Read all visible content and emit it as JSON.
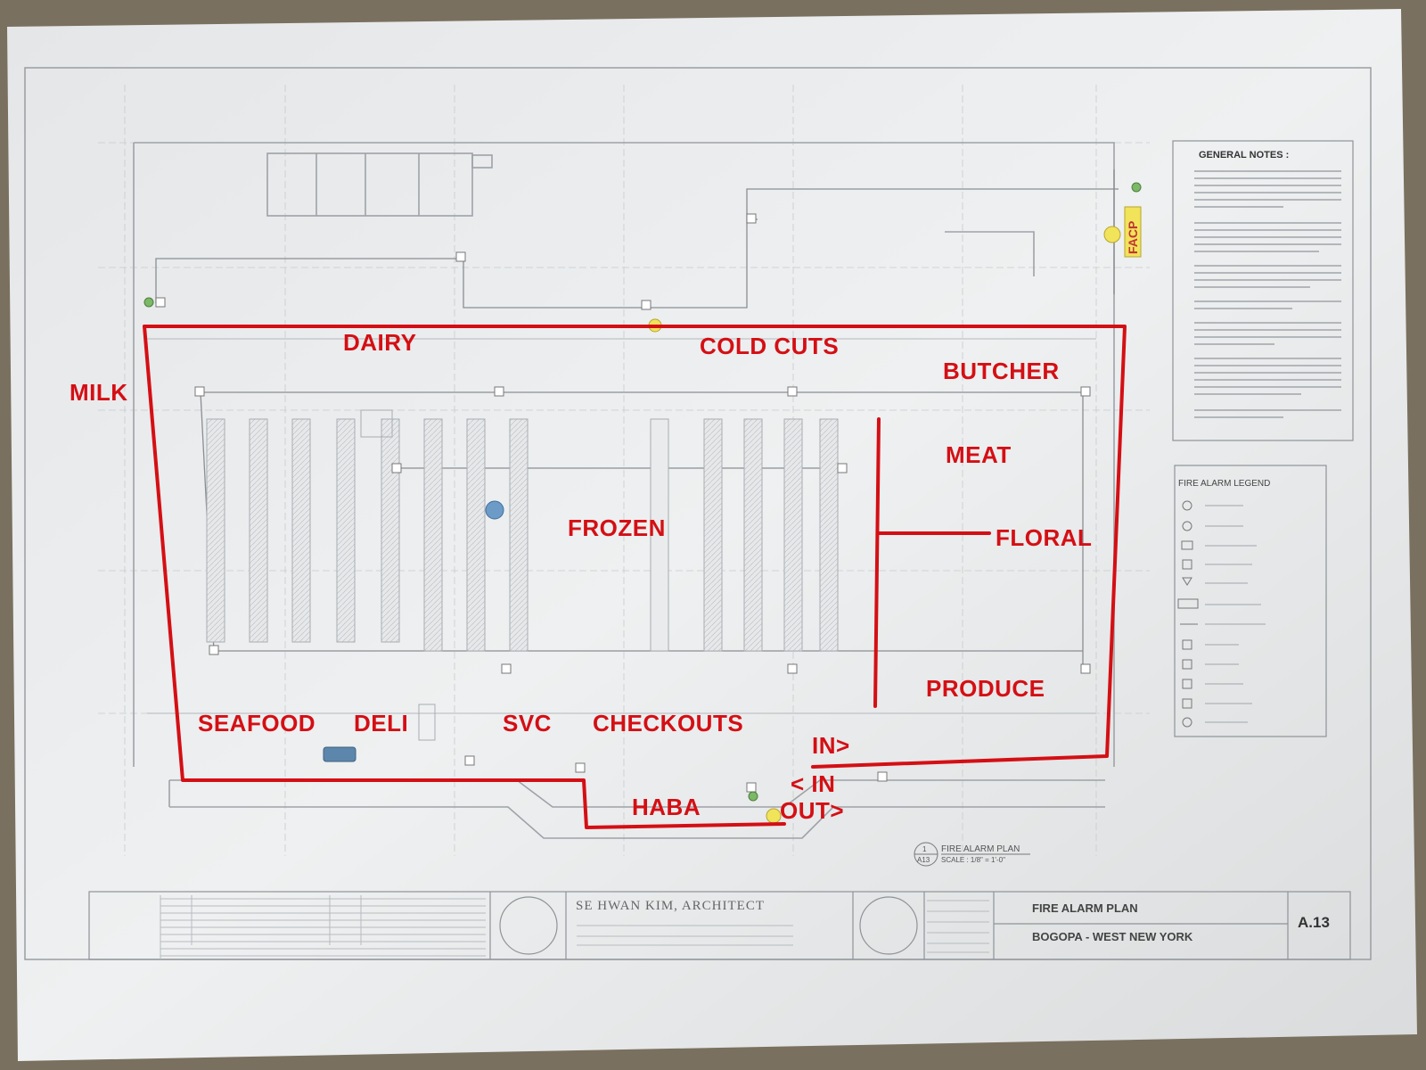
{
  "zones": {
    "milk": "MILK",
    "dairy": "DAIRY",
    "cold_cuts": "COLD CUTS",
    "butcher": "BUTCHER",
    "meat": "MEAT",
    "frozen": "FROZEN",
    "floral": "FLORAL",
    "produce": "PRODUCE",
    "seafood": "SEAFOOD",
    "deli": "DELI",
    "svc": "SVC",
    "checkouts": "CHECKOUTS",
    "in_right": "IN>",
    "in_left": "< IN",
    "out": "OUT>",
    "haba": "HABA"
  },
  "plan_label": {
    "number": "1",
    "sheet_ref": "A13",
    "title": "FIRE ALARM PLAN",
    "scale": "SCALE : 1/8\" = 1'-0\""
  },
  "general_notes": {
    "title": "GENERAL NOTES :"
  },
  "legend": {
    "title": "FIRE ALARM LEGEND",
    "facp_symbol": "FACP"
  },
  "title_block": {
    "architect": "SE HWAN KIM, ARCHITECT",
    "drawing_title": "FIRE ALARM PLAN",
    "project": "BOGOPA - WEST NEW YORK",
    "sheet_number": "A.13"
  },
  "colors": {
    "annotation_red": "#d40f14",
    "paper": "#eceef0",
    "linework": "#8f9398",
    "background": "#7d7466"
  }
}
